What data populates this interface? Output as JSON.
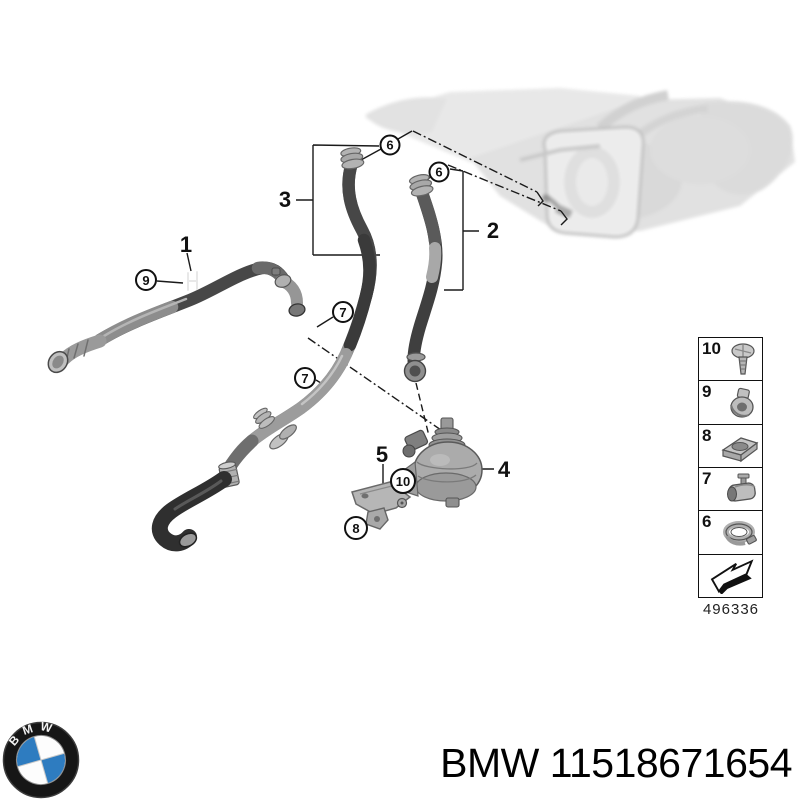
{
  "brand": {
    "logo_text": "BMW",
    "logo_blue": "#2e7cc0"
  },
  "footer": {
    "part_label": "BMW 11518671654"
  },
  "legend": {
    "code": "496336",
    "items": [
      {
        "number": "10",
        "icon": "screw-icon"
      },
      {
        "number": "9",
        "icon": "clip-clamp-icon"
      },
      {
        "number": "8",
        "icon": "cage-nut-icon"
      },
      {
        "number": "7",
        "icon": "holder-clamp-icon"
      },
      {
        "number": "6",
        "icon": "hose-clamp-icon"
      }
    ],
    "arrow_icon": "direction-arrow-icon"
  },
  "callouts": {
    "hose_1": "1",
    "hose_2": "2",
    "hose_3": "3",
    "water_pump": "4",
    "bracket": "5",
    "hose_clamp": "6",
    "holder": "7",
    "cage_nut": "8",
    "clip": "9",
    "screw": "10"
  }
}
